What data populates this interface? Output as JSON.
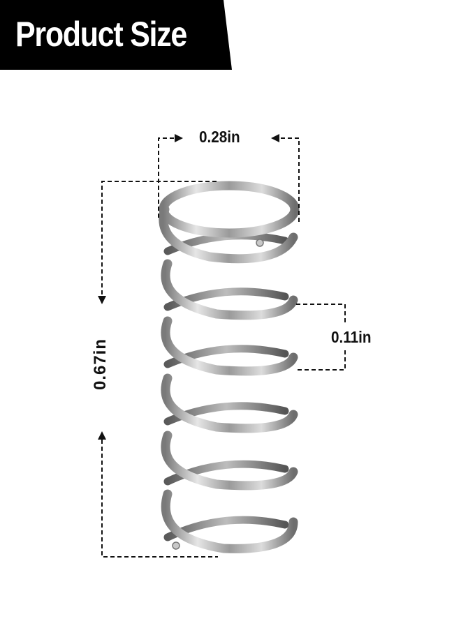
{
  "header": {
    "title": "Product Size"
  },
  "dimensions": {
    "outer_diameter": "0.28in",
    "pitch": "0.11in",
    "free_length": "0.67in"
  },
  "product": {
    "name": "compression-spring",
    "coil_count": 6,
    "material_color": "#b5b5b5"
  },
  "colors": {
    "banner_bg": "#000000",
    "banner_text": "#ffffff",
    "dimension_line": "#111111"
  }
}
